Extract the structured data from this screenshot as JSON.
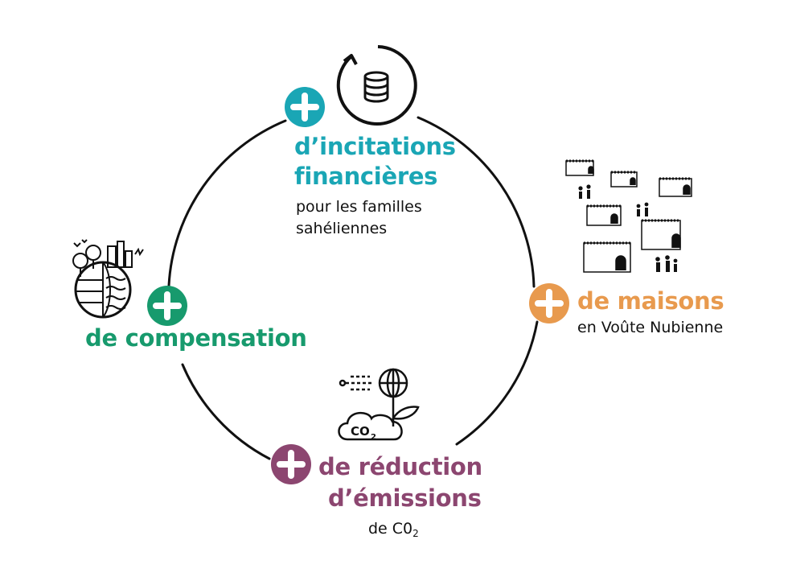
{
  "colors": {
    "teal": "#1AA6B5",
    "orange": "#E89A4E",
    "green": "#179A6D",
    "purple": "#8C4670",
    "line": "#111111"
  },
  "nodes": {
    "financial": {
      "symbol": "+",
      "title_line1": "d’incitations",
      "title_line2": "financières",
      "sub_line1": "pour les familles",
      "sub_line2": "sahéliennes",
      "icon": "coins-cycle-icon"
    },
    "houses": {
      "symbol": "+",
      "title": "de maisons",
      "sub": "en Voûte Nubienne",
      "icon": "nubian-houses-icon"
    },
    "compensation": {
      "symbol": "+",
      "title": "de compensation",
      "icon": "earth-nature-city-icon"
    },
    "reduction": {
      "symbol": "+",
      "title_line1": "de réduction",
      "title_line2": "d’émissions",
      "sub_main": "de C0",
      "sub_index": "2",
      "icon": "co2-globe-plant-icon"
    }
  }
}
